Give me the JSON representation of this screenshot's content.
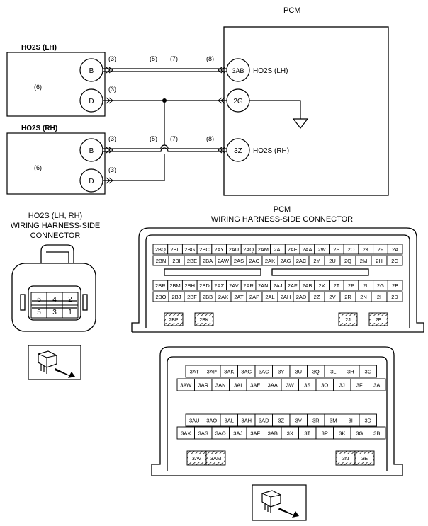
{
  "wiring": {
    "pcm_title": "PCM",
    "lh_sensor_title": "HO2S (LH)",
    "rh_sensor_title": "HO2S (RH)",
    "sensor_body_mark": "(6)",
    "terminal_b": "B",
    "terminal_d": "D",
    "pcm_pin_3ab": "3AB",
    "pcm_pin_2g": "2G",
    "pcm_pin_3z": "3Z",
    "pcm_label_lh": "HO2S (LH)",
    "pcm_label_rh": "HO2S (RH)",
    "mark_3": "(3)",
    "mark_5": "(5)",
    "mark_7": "(7)",
    "mark_8": "(8)"
  },
  "ho2s_connector": {
    "title_line1": "HO2S (LH, RH)",
    "title_line2": "WIRING HARNESS-SIDE",
    "title_line3": "CONNECTOR",
    "pins_top": [
      "6",
      "4",
      "2"
    ],
    "pins_bottom": [
      "5",
      "3",
      "1"
    ]
  },
  "pcm_connector": {
    "title_line1": "PCM",
    "title_line2": "WIRING HARNESS-SIDE CONNECTOR",
    "block2": {
      "rows": [
        [
          "2BQ",
          "2BL",
          "2BG",
          "2BC",
          "2AY",
          "2AU",
          "2AQ",
          "2AM",
          "2AI",
          "2AE",
          "2AA",
          "2W",
          "2S",
          "2O",
          "2K",
          "2F",
          "2A"
        ],
        [
          "2BN",
          "2BI",
          "2BE",
          "2BA",
          "2AW",
          "2AS",
          "2AO",
          "2AK",
          "2AG",
          "2AC",
          "2Y",
          "2U",
          "2Q",
          "2M",
          "2H",
          "2C"
        ],
        [
          "2BR",
          "2BM",
          "2BH",
          "2BD",
          "2AZ",
          "2AV",
          "2AR",
          "2AN",
          "2AJ",
          "2AF",
          "2AB",
          "2X",
          "2T",
          "2P",
          "2L",
          "2G",
          "2B"
        ],
        [
          "2BO",
          "2BJ",
          "2BF",
          "2BB",
          "2AX",
          "2AT",
          "2AP",
          "2AL",
          "2AH",
          "2AD",
          "2Z",
          "2V",
          "2R",
          "2N",
          "2I",
          "2D"
        ]
      ],
      "hatched": [
        "2BP",
        "2BK",
        "2J",
        "2E"
      ]
    },
    "block3": {
      "rows": [
        [
          "3AT",
          "3AP",
          "3AK",
          "3AG",
          "3AC",
          "3Y",
          "3U",
          "3Q",
          "3L",
          "3H",
          "3C"
        ],
        [
          "3AW",
          "3AR",
          "3AN",
          "3AI",
          "3AE",
          "3AA",
          "3W",
          "3S",
          "3O",
          "3J",
          "3F",
          "3A"
        ],
        [
          "3AU",
          "3AQ",
          "3AL",
          "3AH",
          "3AD",
          "3Z",
          "3V",
          "3R",
          "3M",
          "3I",
          "3D"
        ],
        [
          "3AX",
          "3AS",
          "3AO",
          "3AJ",
          "3AF",
          "3AB",
          "3X",
          "3T",
          "3P",
          "3K",
          "3G",
          "3B"
        ]
      ],
      "hatched_left": [
        "3AV",
        "3AM"
      ],
      "hatched_right": [
        "3N",
        "3E"
      ]
    }
  }
}
